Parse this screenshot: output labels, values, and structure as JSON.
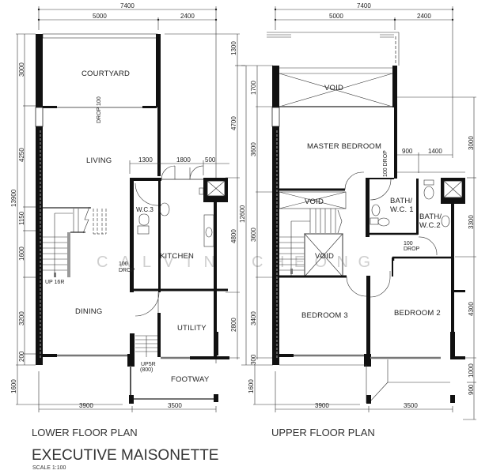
{
  "lower_floor": {
    "title": "LOWER FLOOR PLAN",
    "rooms": {
      "courtyard": "COURTYARD",
      "living": "LIVING",
      "wc3": "W.C.3",
      "kitchen": "KITCHEN",
      "dining": "DINING",
      "utility": "UTILITY",
      "footway": "FOOTWAY"
    },
    "notes": {
      "drop_top": "DROP 100",
      "kitchen_drop_1": "100",
      "kitchen_drop_2": "DROP",
      "stair_up": "UP  16R",
      "entry_stair_1": "UP5R",
      "entry_stair_2": "(800)"
    },
    "dimensions": {
      "top_total": "7400",
      "top_left": "5000",
      "top_right": "2400",
      "left_total": "13900",
      "left_segments": [
        "3000",
        "4250",
        "1150",
        "1600",
        "3200",
        "200"
      ],
      "left_below": "1600",
      "right_segments": [
        "1300",
        "4700",
        "4800",
        "2800"
      ],
      "right_total": "12600",
      "kitchen_top": [
        "1300",
        "1800",
        "500"
      ],
      "bottom_left": "3900",
      "bottom_right": "3500"
    }
  },
  "upper_floor": {
    "title": "UPPER FLOOR PLAN",
    "rooms": {
      "void_top": "VOID",
      "master_bedroom": "MASTER  BEDROOM",
      "void_mid": "VOID",
      "void_stair": "VOID",
      "bath1_a": "BATH/",
      "bath1_b": "W.C.  1",
      "bath2_a": "BATH/",
      "bath2_b": "W.C.2",
      "bedroom3": "BEDROOM  3",
      "bedroom2": "BEDROOM  2"
    },
    "notes": {
      "drop_master": "100 DROP",
      "drop_bath2_1": "100",
      "drop_bath2_2": "DROP"
    },
    "dimensions": {
      "top_total": "7400",
      "top_left": "5000",
      "top_right": "2400",
      "left_total": "12600",
      "left_segments": [
        "1700",
        "3600",
        "3600",
        "3400",
        "300"
      ],
      "left_below": "1600",
      "right_segments": [
        "3000",
        "3300",
        "4300",
        "1000",
        "900"
      ],
      "bath_top": [
        "900",
        "1400"
      ],
      "bottom_left": "3900",
      "bottom_right": "3500"
    }
  },
  "heading": {
    "title": "EXECUTIVE  MAISONETTE",
    "scale": "SCALE  1:100"
  },
  "watermark": {
    "left": "C  A  L  V  I  N",
    "right": "C  H  E  O  N  G"
  }
}
